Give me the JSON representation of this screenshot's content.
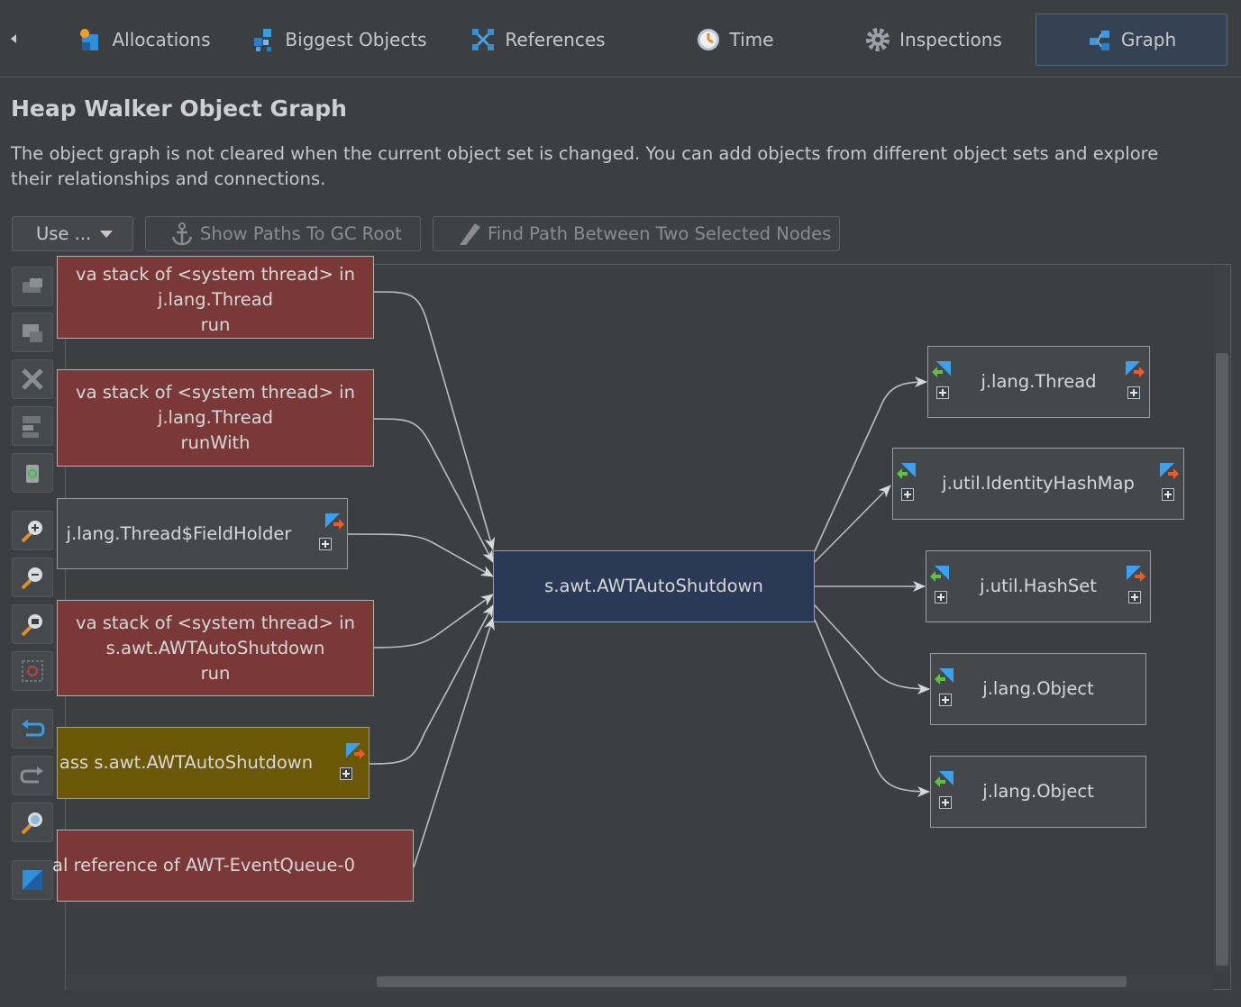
{
  "tabs": [
    {
      "label": "Allocations",
      "icon": "allocations-icon"
    },
    {
      "label": "Biggest Objects",
      "icon": "biggest-objects-icon"
    },
    {
      "label": "References",
      "icon": "references-icon"
    },
    {
      "label": "Time",
      "icon": "time-icon"
    },
    {
      "label": "Inspections",
      "icon": "inspections-icon"
    },
    {
      "label": "Graph",
      "icon": "graph-icon",
      "active": true
    }
  ],
  "heading": "Heap Walker Object Graph",
  "description": "The object graph is not cleared when the current object set is changed. You can add objects from different object sets and explore their relationships and connections.",
  "toolbar": {
    "use_label": "Use ...",
    "gc_root_label": "Show Paths To GC Root",
    "find_path_label": "Find Path Between Two Selected Nodes"
  },
  "graph": {
    "left_nodes": [
      {
        "lines": [
          "va stack of <system thread> in",
          "j.lang.Thread",
          "run"
        ],
        "kind": "red"
      },
      {
        "lines": [
          "va stack of <system thread> in",
          "j.lang.Thread",
          "runWith"
        ],
        "kind": "red"
      },
      {
        "lines": [
          "j.lang.Thread$FieldHolder"
        ],
        "kind": "gray"
      },
      {
        "lines": [
          "va stack of <system thread> in",
          "s.awt.AWTAutoShutdown",
          "run"
        ],
        "kind": "red"
      },
      {
        "lines": [
          "ass s.awt.AWTAutoShutdown"
        ],
        "kind": "olive"
      },
      {
        "lines": [
          "al reference of AWT-EventQueue-0"
        ],
        "kind": "red"
      }
    ],
    "center_node": "s.awt.AWTAutoShutdown",
    "right_nodes": [
      {
        "label": "j.lang.Thread"
      },
      {
        "label": "j.util.IdentityHashMap"
      },
      {
        "label": "j.util.HashSet"
      },
      {
        "label": "j.lang.Object"
      },
      {
        "label": "j.lang.Object"
      }
    ]
  },
  "colors": {
    "background": "#3c3f41",
    "red_node": "#7a3838",
    "olive_node": "#6b5807",
    "center_node": "#2a3a56",
    "gray_node": "#45484a"
  }
}
